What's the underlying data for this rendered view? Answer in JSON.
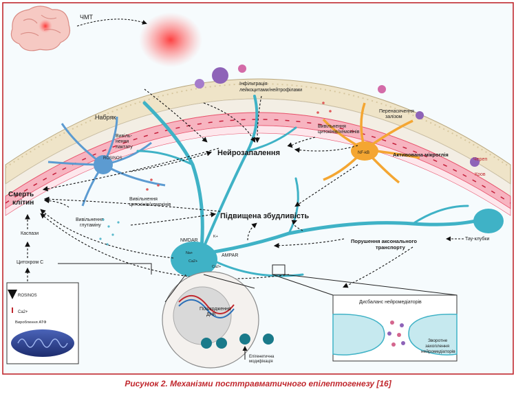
{
  "labels": {
    "tbi": "ЧМТ",
    "infiltration_1": "Інфільтрація",
    "infiltration_2": "лейкоцитами/нейтрофілами",
    "edema": "Набряк",
    "lactate_1": "Вивіль-",
    "lactate_2": "нення",
    "lactate_3": "лактату",
    "rosinos_astro": "ROSINOS",
    "cytokine_release_1_a": "Вивільнення",
    "cytokine_release_1_b": "цитокінів/хемокінів",
    "cytokine_release_2_a": "Вивільнення",
    "cytokine_release_2_b": "цитокінів/хемокінів",
    "iron_overload_1": "Перенасичення",
    "iron_overload_2": "залізом",
    "neuroinflammation": "Нейрозапалення",
    "activated_microglia": "Активована мікроглія",
    "nfkb": "NF-kB",
    "skull": "Череп",
    "blood": "Кров",
    "cell_death_1": "Смерть",
    "cell_death_2": "клітин",
    "glutamate_1": "Вивільнення",
    "glutamate_2": "глутаміну",
    "excitability": "Підвищена збудливість",
    "nmdar": "NMDAR",
    "ampar": "AMPAR",
    "na": "Na+",
    "k": "K+",
    "ca_neuron": "Ca2+",
    "ca_neuron_2": "Ca2+",
    "caspases": "Каспази",
    "cytochrome": "Цитохром С",
    "axonal_transport_1": "Порушення аксонального",
    "axonal_transport_2": "транспорту",
    "tau": "Тау-клубки",
    "rosinos_box": "ROSINOS",
    "ca_box": "Ca2+",
    "atp": "Вироблення АТФ",
    "dna_damage_1": "Пошкодження",
    "dna_damage_2": "ДНК",
    "epigenetic_1": "Епігенетична",
    "epigenetic_2": "модифікація",
    "imbalance": "Дисбаланс нейромедіаторів",
    "reuptake_1": "Зворотне",
    "reuptake_2": "захоплення",
    "reuptake_3": "нейромедіаторів"
  },
  "caption": "Рисунок 2. Механізми посттравматичного епілептогенезу [16]",
  "colors": {
    "frame": "#c0272d",
    "caption": "#c0272d",
    "neuron": "#3fb2c6",
    "microglia": "#f4a632",
    "astrocyte": "#5c9bd1",
    "vessel": "#e8506a",
    "skull": "#e9dcc0"
  }
}
